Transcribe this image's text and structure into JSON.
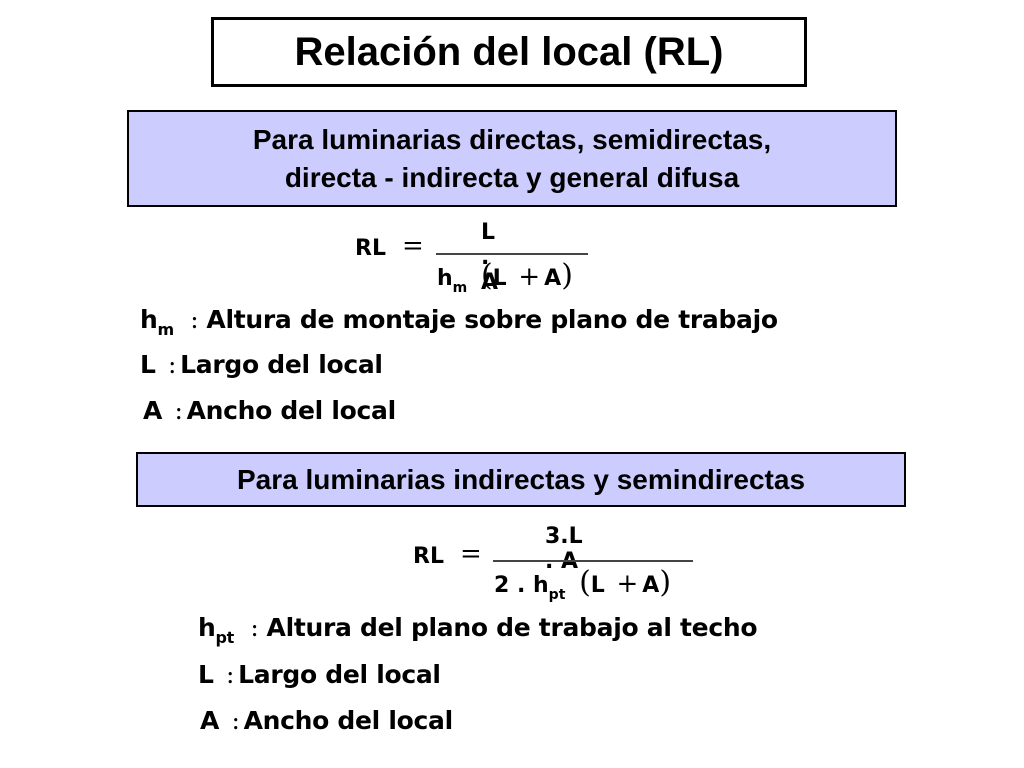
{
  "title": "Relación del local (RL)",
  "section1": {
    "heading_line1": "Para luminarias directas, semidirectas,",
    "heading_line2": "directa - indirecta y general difusa",
    "formula": {
      "lhs": "RL",
      "eq": "=",
      "numerator": "L . A",
      "den_h": "h",
      "den_sub": "m",
      "den_open": "(",
      "den_L": "L",
      "den_plus": "+",
      "den_A": "A",
      "den_close": ")"
    },
    "definitions": [
      {
        "symbol": "h",
        "sub": "m",
        "sep": ":",
        "text": "Altura de montaje sobre plano de trabajo"
      },
      {
        "symbol": "L",
        "sub": "",
        "sep": ":",
        "text": "Largo del local"
      },
      {
        "symbol": "A",
        "sub": "",
        "sep": ":",
        "text": "Ancho del local"
      }
    ]
  },
  "section2": {
    "heading": "Para luminarias indirectas y semindirectas",
    "formula": {
      "lhs": "RL",
      "eq": "=",
      "numerator": "3.L . A",
      "den_pre": "2 .",
      "den_h": "h",
      "den_sub": "pt",
      "den_open": "(",
      "den_L": "L",
      "den_plus": "+",
      "den_A": "A",
      "den_close": ")"
    },
    "definitions": [
      {
        "symbol": "h",
        "sub": "pt",
        "sep": ":",
        "text": "Altura del plano de trabajo al techo"
      },
      {
        "symbol": "L",
        "sub": "",
        "sep": ":",
        "text": "Largo del local"
      },
      {
        "symbol": "A",
        "sub": "",
        "sep": ":",
        "text": "Ancho del local"
      }
    ]
  }
}
